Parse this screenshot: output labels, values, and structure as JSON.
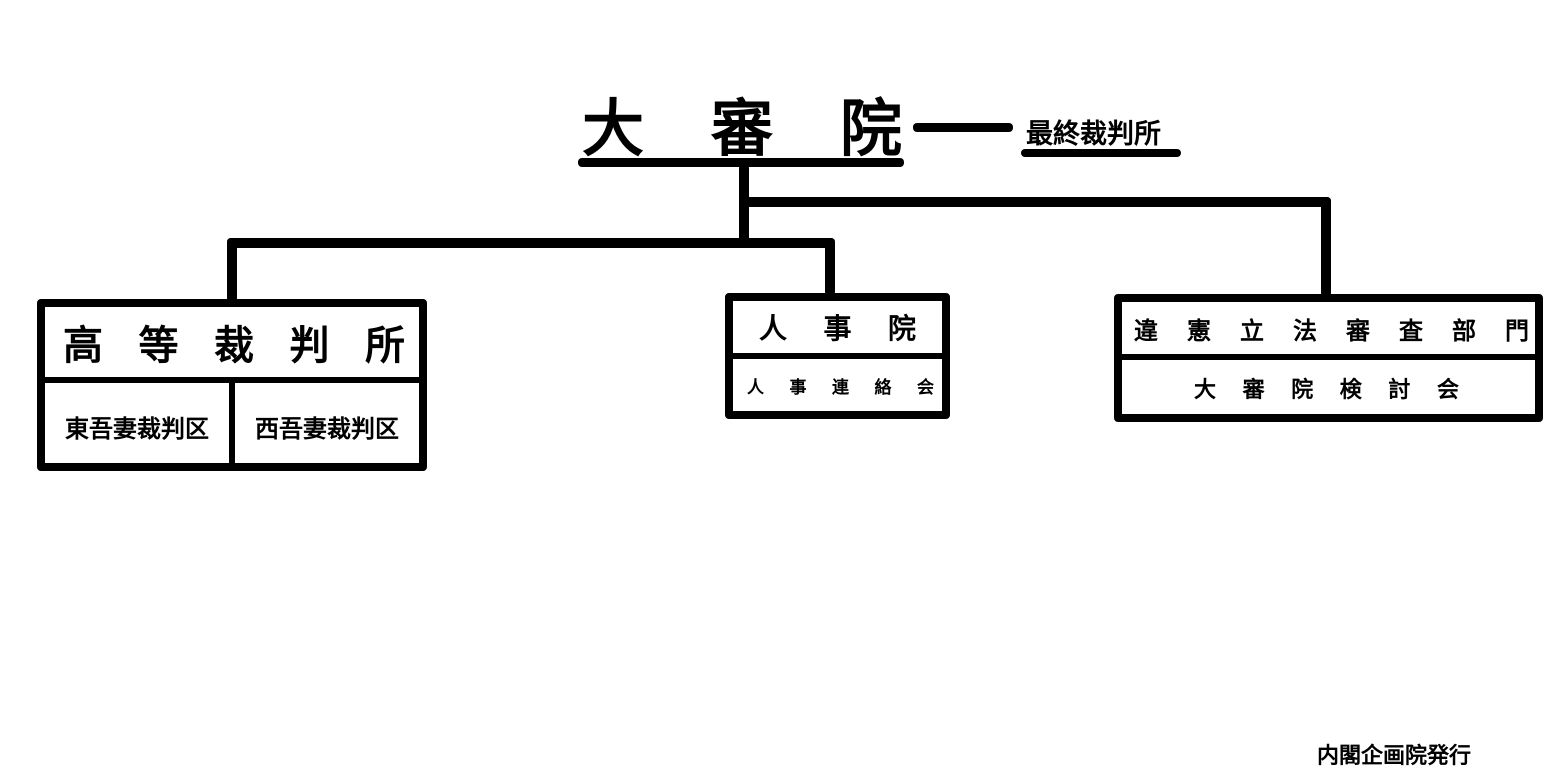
{
  "top": {
    "title_chars": [
      "大",
      "審",
      "院"
    ],
    "role_label": "最終裁判所"
  },
  "high_court": {
    "title_chars": [
      "高",
      "等",
      "裁",
      "判",
      "所"
    ],
    "districts": [
      "東吾妻裁判区",
      "西吾妻裁判区"
    ]
  },
  "personnel": {
    "title_chars": [
      "人",
      "事",
      "院"
    ],
    "sub_chars": [
      "人",
      "事",
      "連",
      "絡",
      "会"
    ]
  },
  "constitutional": {
    "title_chars": [
      "違",
      "憲",
      "立",
      "法",
      "審",
      "査",
      "部",
      "門"
    ],
    "sub_chars": [
      "大",
      "審",
      "院",
      "検",
      "討",
      "会"
    ]
  },
  "footer": {
    "publisher": "内閣企画院発行"
  }
}
